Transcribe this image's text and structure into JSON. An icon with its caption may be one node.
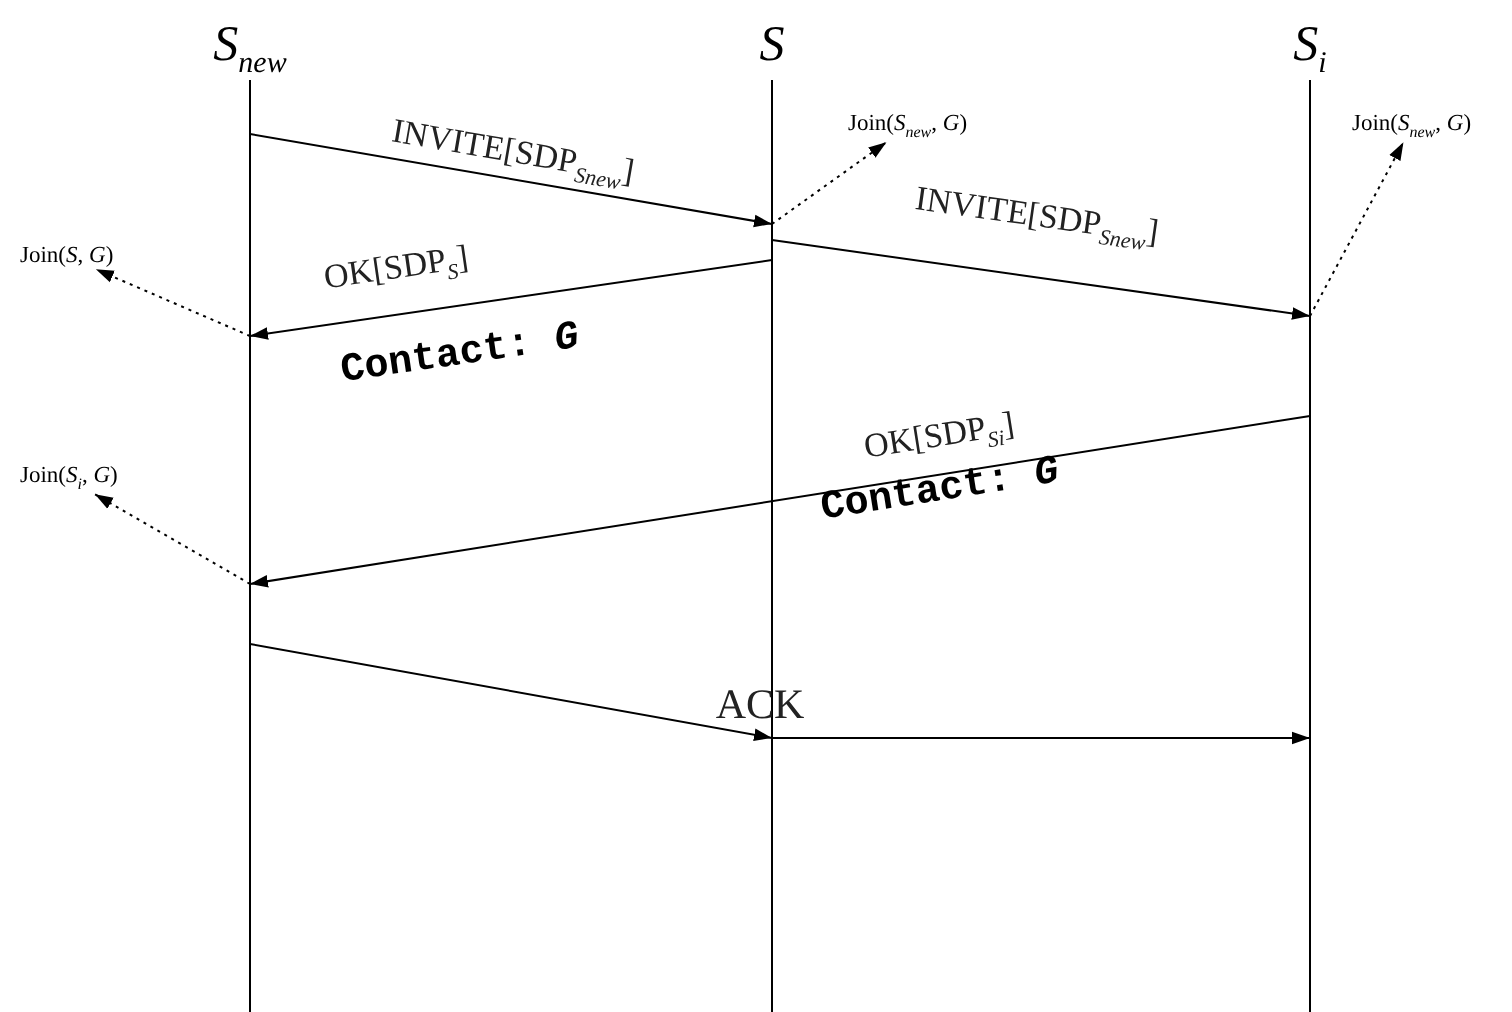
{
  "diagram": {
    "nodes": [
      {
        "text": [
          "S$_{new}$"
        ]
      },
      {
        "text": [
          "S"
        ]
      },
      {
        "text": [
          "S$_{i}$"
        ]
      },
      {
        "text": [
          "Join(*S*$_{new}$, *G*)"
        ]
      },
      {
        "text": [
          "Join(*S*$_{new}$, *G*)"
        ]
      },
      {
        "text": [
          "Join(*S*, *G*)"
        ]
      },
      {
        "text": [
          "Join(*S*$_{i}$, *G*)"
        ]
      }
    ],
    "edges": [
      {
        "from": 0,
        "to": 1,
        "arrow": "to",
        "label": "INVITE[SDP$_{S}$$_{new}$]"
      },
      {
        "from": 1,
        "to": 3,
        "arrow": "to",
        "style": "dashed"
      },
      {
        "from": 1,
        "to": 2,
        "arrow": "to",
        "label": "INVITE[SDP$_{S}$$_{new}$]"
      },
      {
        "from": 2,
        "to": 4,
        "arrow": "to",
        "style": "dashed"
      },
      {
        "from": 1,
        "to": 0,
        "arrow": "to",
        "label": "OK[SDP$_{S}$]"
      },
      {
        "from": 0,
        "to": 5,
        "arrow": "to",
        "style": "dashed"
      },
      {
        "from": 2,
        "to": 0,
        "arrow": "to",
        "label": "OK[SDP$_{S}$$_{i}$]"
      },
      {
        "from": 0,
        "to": 6,
        "arrow": "to",
        "style": "dashed"
      },
      {
        "from": 0,
        "to": 1,
        "arrow": "to",
        "label": "ACK"
      },
      {
        "from": 1,
        "to": 2,
        "arrow": "to"
      }
    ],
    "labels": [
      "Contact: *G*",
      "Contact: *G*"
    ]
  }
}
